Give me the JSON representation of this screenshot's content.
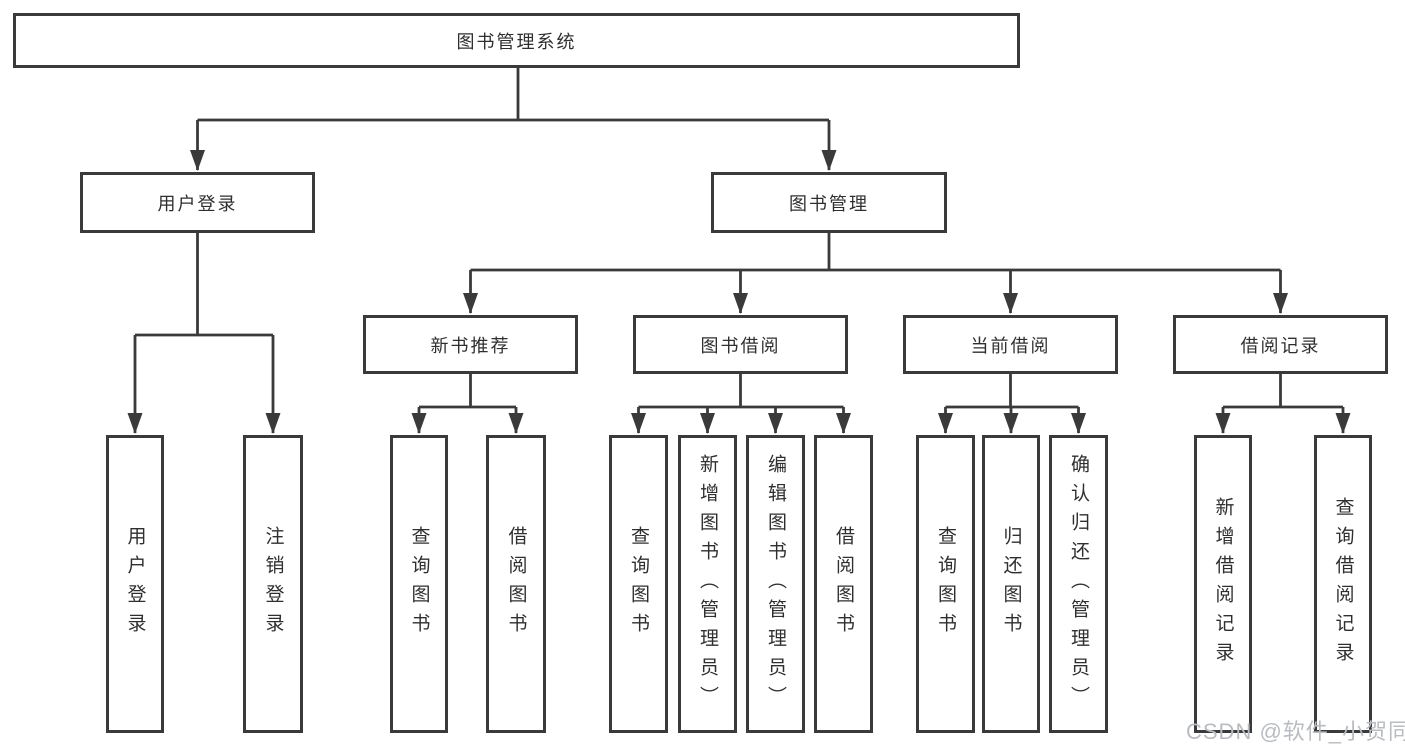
{
  "watermark": "CSDN @软件_小贺同学",
  "colors": {
    "line": "#3a3a3a",
    "box_border": "#3a3a3a",
    "text": "#2f2f2f",
    "watermark": "#b9bdc1",
    "background": "#ffffff"
  },
  "tree": {
    "label": "图书管理系统",
    "children": [
      {
        "label": "用户登录",
        "children": [
          {
            "label": "用户登录"
          },
          {
            "label": "注销登录"
          }
        ]
      },
      {
        "label": "图书管理",
        "children": [
          {
            "label": "新书推荐",
            "children": [
              {
                "label": "查询图书"
              },
              {
                "label": "借阅图书"
              }
            ]
          },
          {
            "label": "图书借阅",
            "children": [
              {
                "label": "查询图书"
              },
              {
                "label": "新增图书（管理员）"
              },
              {
                "label": "编辑图书（管理员）"
              },
              {
                "label": "借阅图书"
              }
            ]
          },
          {
            "label": "当前借阅",
            "children": [
              {
                "label": "查询图书"
              },
              {
                "label": "归还图书"
              },
              {
                "label": "确认归还（管理员）"
              }
            ]
          },
          {
            "label": "借阅记录",
            "children": [
              {
                "label": "新增借阅记录"
              },
              {
                "label": "查询借阅记录"
              }
            ]
          }
        ]
      }
    ]
  }
}
